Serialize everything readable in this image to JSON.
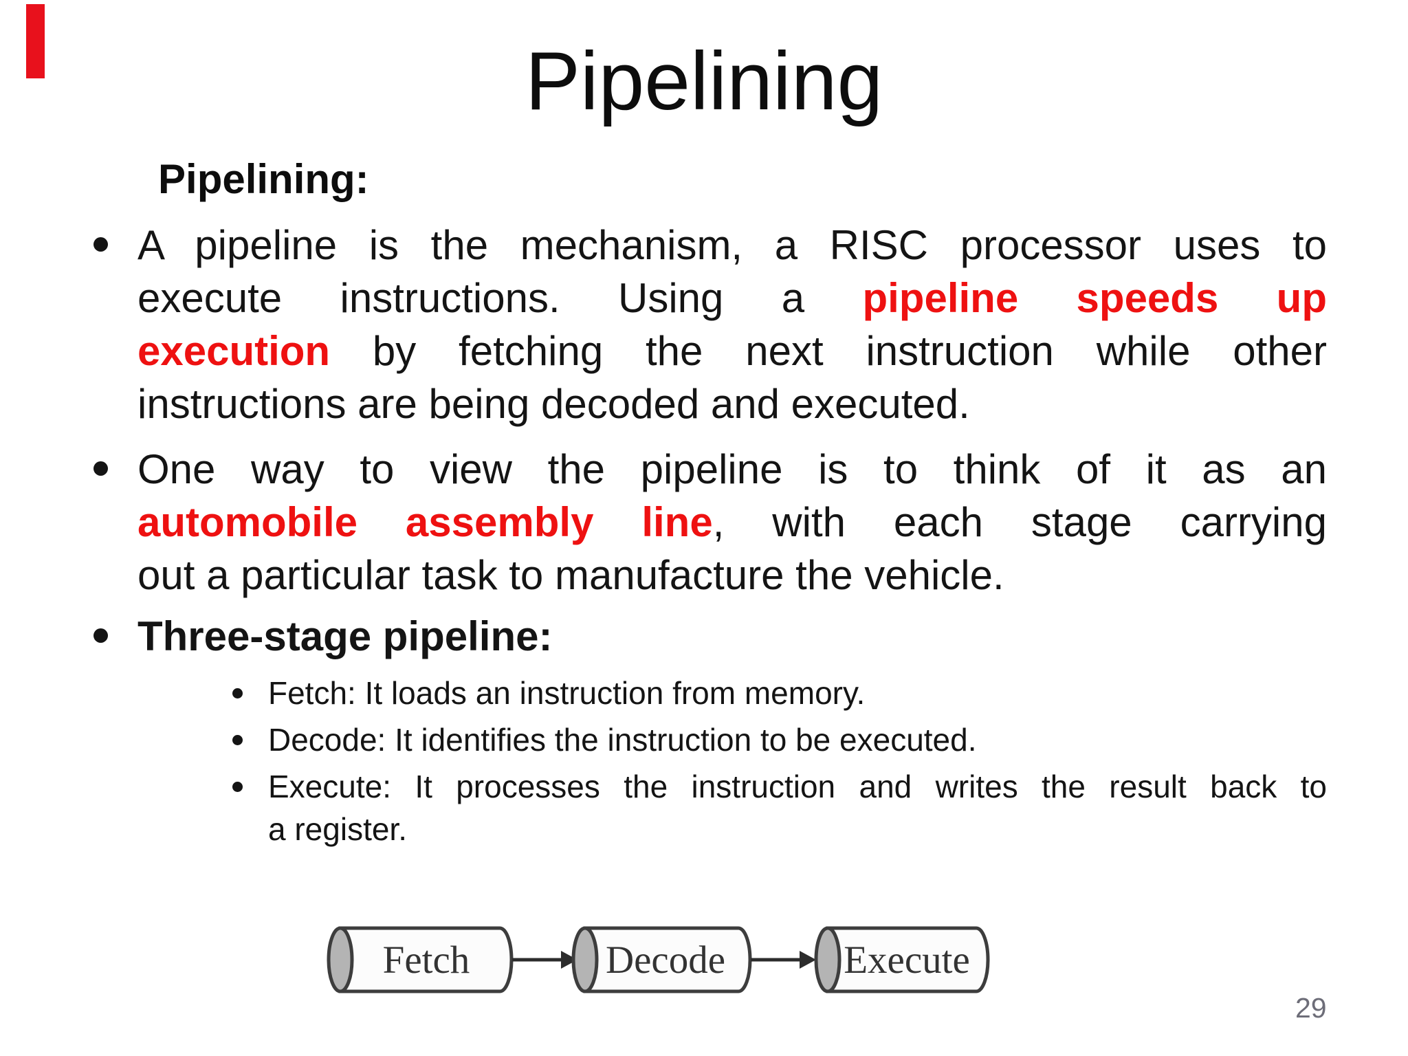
{
  "slide": {
    "title": "Pipelining",
    "heading": "Pipelining:",
    "page_number": "29",
    "colors": {
      "accent_red": "#ee1111",
      "side_bar_red": "#e8111c",
      "body_text": "#141414",
      "page_number_gray": "#6d6d78",
      "diagram_outline": "#3d3d3d",
      "diagram_cap_fill": "#b4b4b4"
    }
  },
  "bullets": [
    {
      "lines": [
        {
          "runs": [
            {
              "text": "A pipeline is the mechanism, a RISC processor uses to",
              "red": false
            }
          ]
        },
        {
          "runs": [
            {
              "text": "execute instructions. Using a ",
              "red": false
            },
            {
              "text": "pipeline speeds up",
              "red": true
            }
          ]
        },
        {
          "runs": [
            {
              "text": "execution",
              "red": true
            },
            {
              "text": " by fetching the next instruction while other",
              "red": false
            }
          ]
        },
        {
          "runs": [
            {
              "text": "instructions are being decoded and executed.",
              "red": false
            }
          ]
        }
      ]
    },
    {
      "lines": [
        {
          "runs": [
            {
              "text": "One way to view the pipeline is to think of it as an",
              "red": false
            }
          ]
        },
        {
          "runs": [
            {
              "text": "automobile assembly line",
              "red": true
            },
            {
              "text": ", with each stage carrying",
              "red": false
            }
          ]
        },
        {
          "runs": [
            {
              "text": "out a particular task to manufacture the vehicle.",
              "red": false
            }
          ]
        }
      ]
    },
    {
      "label": "Three-stage pipeline:",
      "sub_bullets": [
        {
          "lines": [
            {
              "runs": [
                {
                  "text": "Fetch: It loads an instruction from memory.",
                  "red": false
                }
              ]
            }
          ]
        },
        {
          "lines": [
            {
              "runs": [
                {
                  "text": "Decode: It identifies the instruction to be executed.",
                  "red": false
                }
              ]
            }
          ]
        },
        {
          "lines": [
            {
              "runs": [
                {
                  "text": "Execute: It processes the instruction and writes the result back to",
                  "red": false
                }
              ]
            },
            {
              "runs": [
                {
                  "text": "a register.",
                  "red": false
                }
              ]
            }
          ]
        }
      ]
    }
  ],
  "diagram": {
    "stages": [
      "Fetch",
      "Decode",
      "Execute"
    ]
  }
}
